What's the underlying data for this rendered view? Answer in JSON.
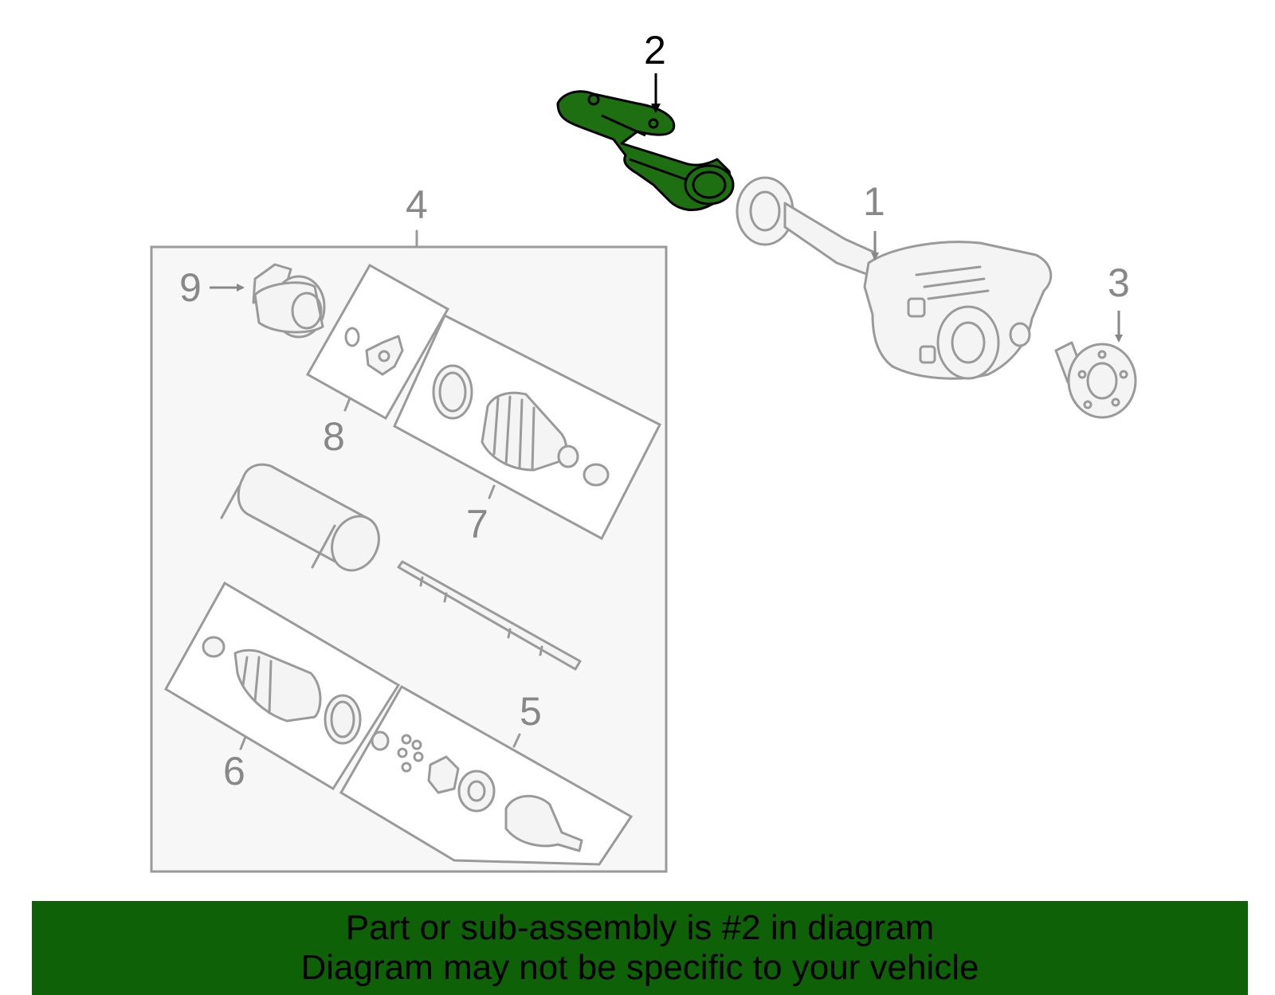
{
  "callouts": {
    "c1": "1",
    "c2": "2",
    "c3": "3",
    "c4": "4",
    "c5": "5",
    "c6": "6",
    "c7": "7",
    "c8": "8",
    "c9": "9"
  },
  "highlight": {
    "part": "2",
    "color": "#1e6e12"
  },
  "banner": {
    "line1": "Part or sub-assembly is #2 in diagram",
    "line2": "Diagram may not be specific to your vehicle",
    "background": "#0f6108"
  }
}
